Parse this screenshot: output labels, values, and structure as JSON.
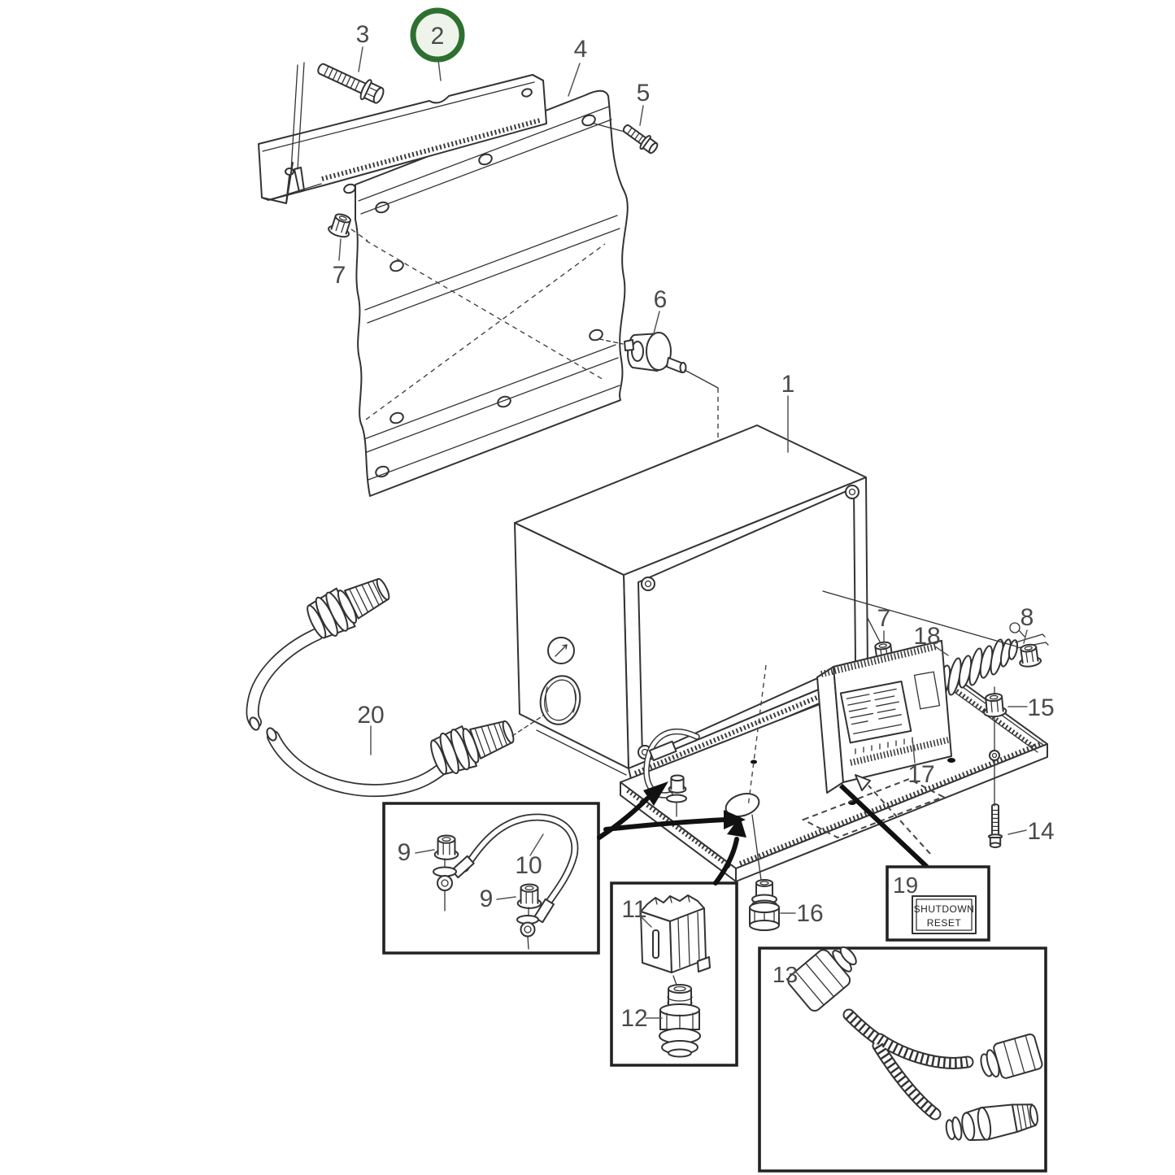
{
  "figure": {
    "background": "#ffffff",
    "line_color": "#333333",
    "label_color": "#4a4a4a"
  },
  "callout": {
    "number": "2",
    "ring_color": "#2e7031",
    "fill_color": "#eff4ea"
  },
  "labels": {
    "l1": "1",
    "l2": "2",
    "l3": "3",
    "l4": "4",
    "l5": "5",
    "l6": "6",
    "l7a": "7",
    "l7b": "7",
    "l8": "8",
    "l9a": "9",
    "l9b": "9",
    "l10": "10",
    "l11": "11",
    "l12": "12",
    "l13": "13",
    "l14": "14",
    "l15": "15",
    "l16": "16",
    "l17": "17",
    "l18": "18",
    "l19": "19",
    "l20": "20"
  },
  "decal": {
    "line1": "SHUTDOWN",
    "line2": "RESET"
  }
}
